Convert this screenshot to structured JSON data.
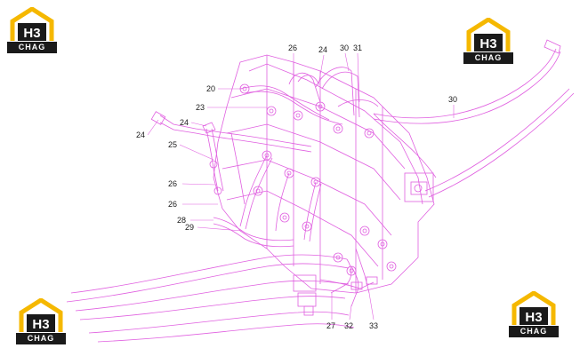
{
  "logos": [
    {
      "id": "top-left",
      "mark": "H3",
      "text": "CHAG"
    },
    {
      "id": "top-right",
      "mark": "H3",
      "text": "CHAG"
    },
    {
      "id": "bottom-left",
      "mark": "H3",
      "text": "CHAG"
    },
    {
      "id": "bottom-right",
      "mark": "H3",
      "text": "CHAG"
    }
  ],
  "colors": {
    "linework": "#e060e0",
    "leader": "#e060e0",
    "labels": "#1a1a1a",
    "logo_accent": "#f5b800",
    "logo_dark": "#1a1a1a"
  },
  "callouts": {
    "c20": "20",
    "c23": "23",
    "c24a": "24",
    "c24b": "24",
    "c25": "25",
    "c26a": "26",
    "c26b": "26",
    "c26top": "26",
    "c24top": "24",
    "c30top": "30",
    "c31": "31",
    "c30right": "30",
    "c28": "28",
    "c29": "29",
    "c27": "27",
    "c32": "32",
    "c33": "33"
  }
}
